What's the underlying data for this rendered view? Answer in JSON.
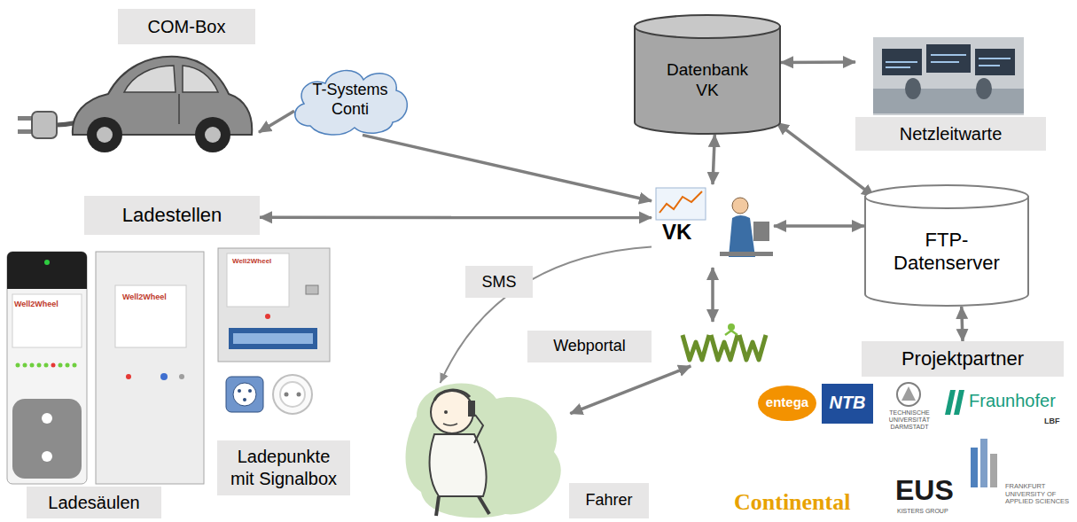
{
  "diagram": {
    "nodes": [
      {
        "text": [
          "COM-Box"
        ]
      },
      {
        "text": [
          "Datenbank VK"
        ]
      },
      {
        "text": [
          "Netzleitwarte"
        ]
      },
      {
        "text": [
          "T-Systems Conti"
        ]
      },
      {
        "text": [
          "Ladestellen"
        ]
      },
      {
        "text": [
          "VK"
        ]
      },
      {
        "text": [
          "FTP-Datenserver"
        ]
      },
      {
        "text": [
          "Webportal"
        ]
      },
      {
        "text": [
          "Projektpartner"
        ]
      },
      {
        "text": [
          "Ladesäulen"
        ]
      },
      {
        "text": [
          "Ladepunkte mit Signalbox"
        ]
      },
      {
        "text": [
          "Fahrer"
        ]
      }
    ],
    "edges": [
      {
        "from": 3,
        "to": 0,
        "arrow": "to"
      },
      {
        "from": 3,
        "to": 5,
        "arrow": "to"
      },
      {
        "from": 4,
        "to": 5,
        "arrow": "both"
      },
      {
        "from": 1,
        "to": 5,
        "arrow": "both"
      },
      {
        "from": 1,
        "to": 2,
        "arrow": "both"
      },
      {
        "from": 1,
        "to": 6,
        "arrow": "both"
      },
      {
        "from": 5,
        "to": 6,
        "arrow": "both"
      },
      {
        "from": 5,
        "to": 11,
        "label": "SMS",
        "arrow": "to"
      },
      {
        "from": 5,
        "to": 7,
        "arrow": "both"
      },
      {
        "from": 7,
        "to": 11,
        "arrow": "both"
      },
      {
        "from": 6,
        "to": 8,
        "arrow": "both"
      }
    ],
    "labels": [
      "Well2Wheel",
      "Well2Wheel",
      "Well2Wheel",
      "entega",
      "NTB",
      "TECHNISCHE UNIVERSITÄT DARMSTADT",
      "Fraunhofer",
      "LBF",
      "Continental",
      "EUS",
      "KISTERS GROUP",
      "FRANKFURT UNIVERSITY OF APPLIED SCIENCES"
    ]
  }
}
